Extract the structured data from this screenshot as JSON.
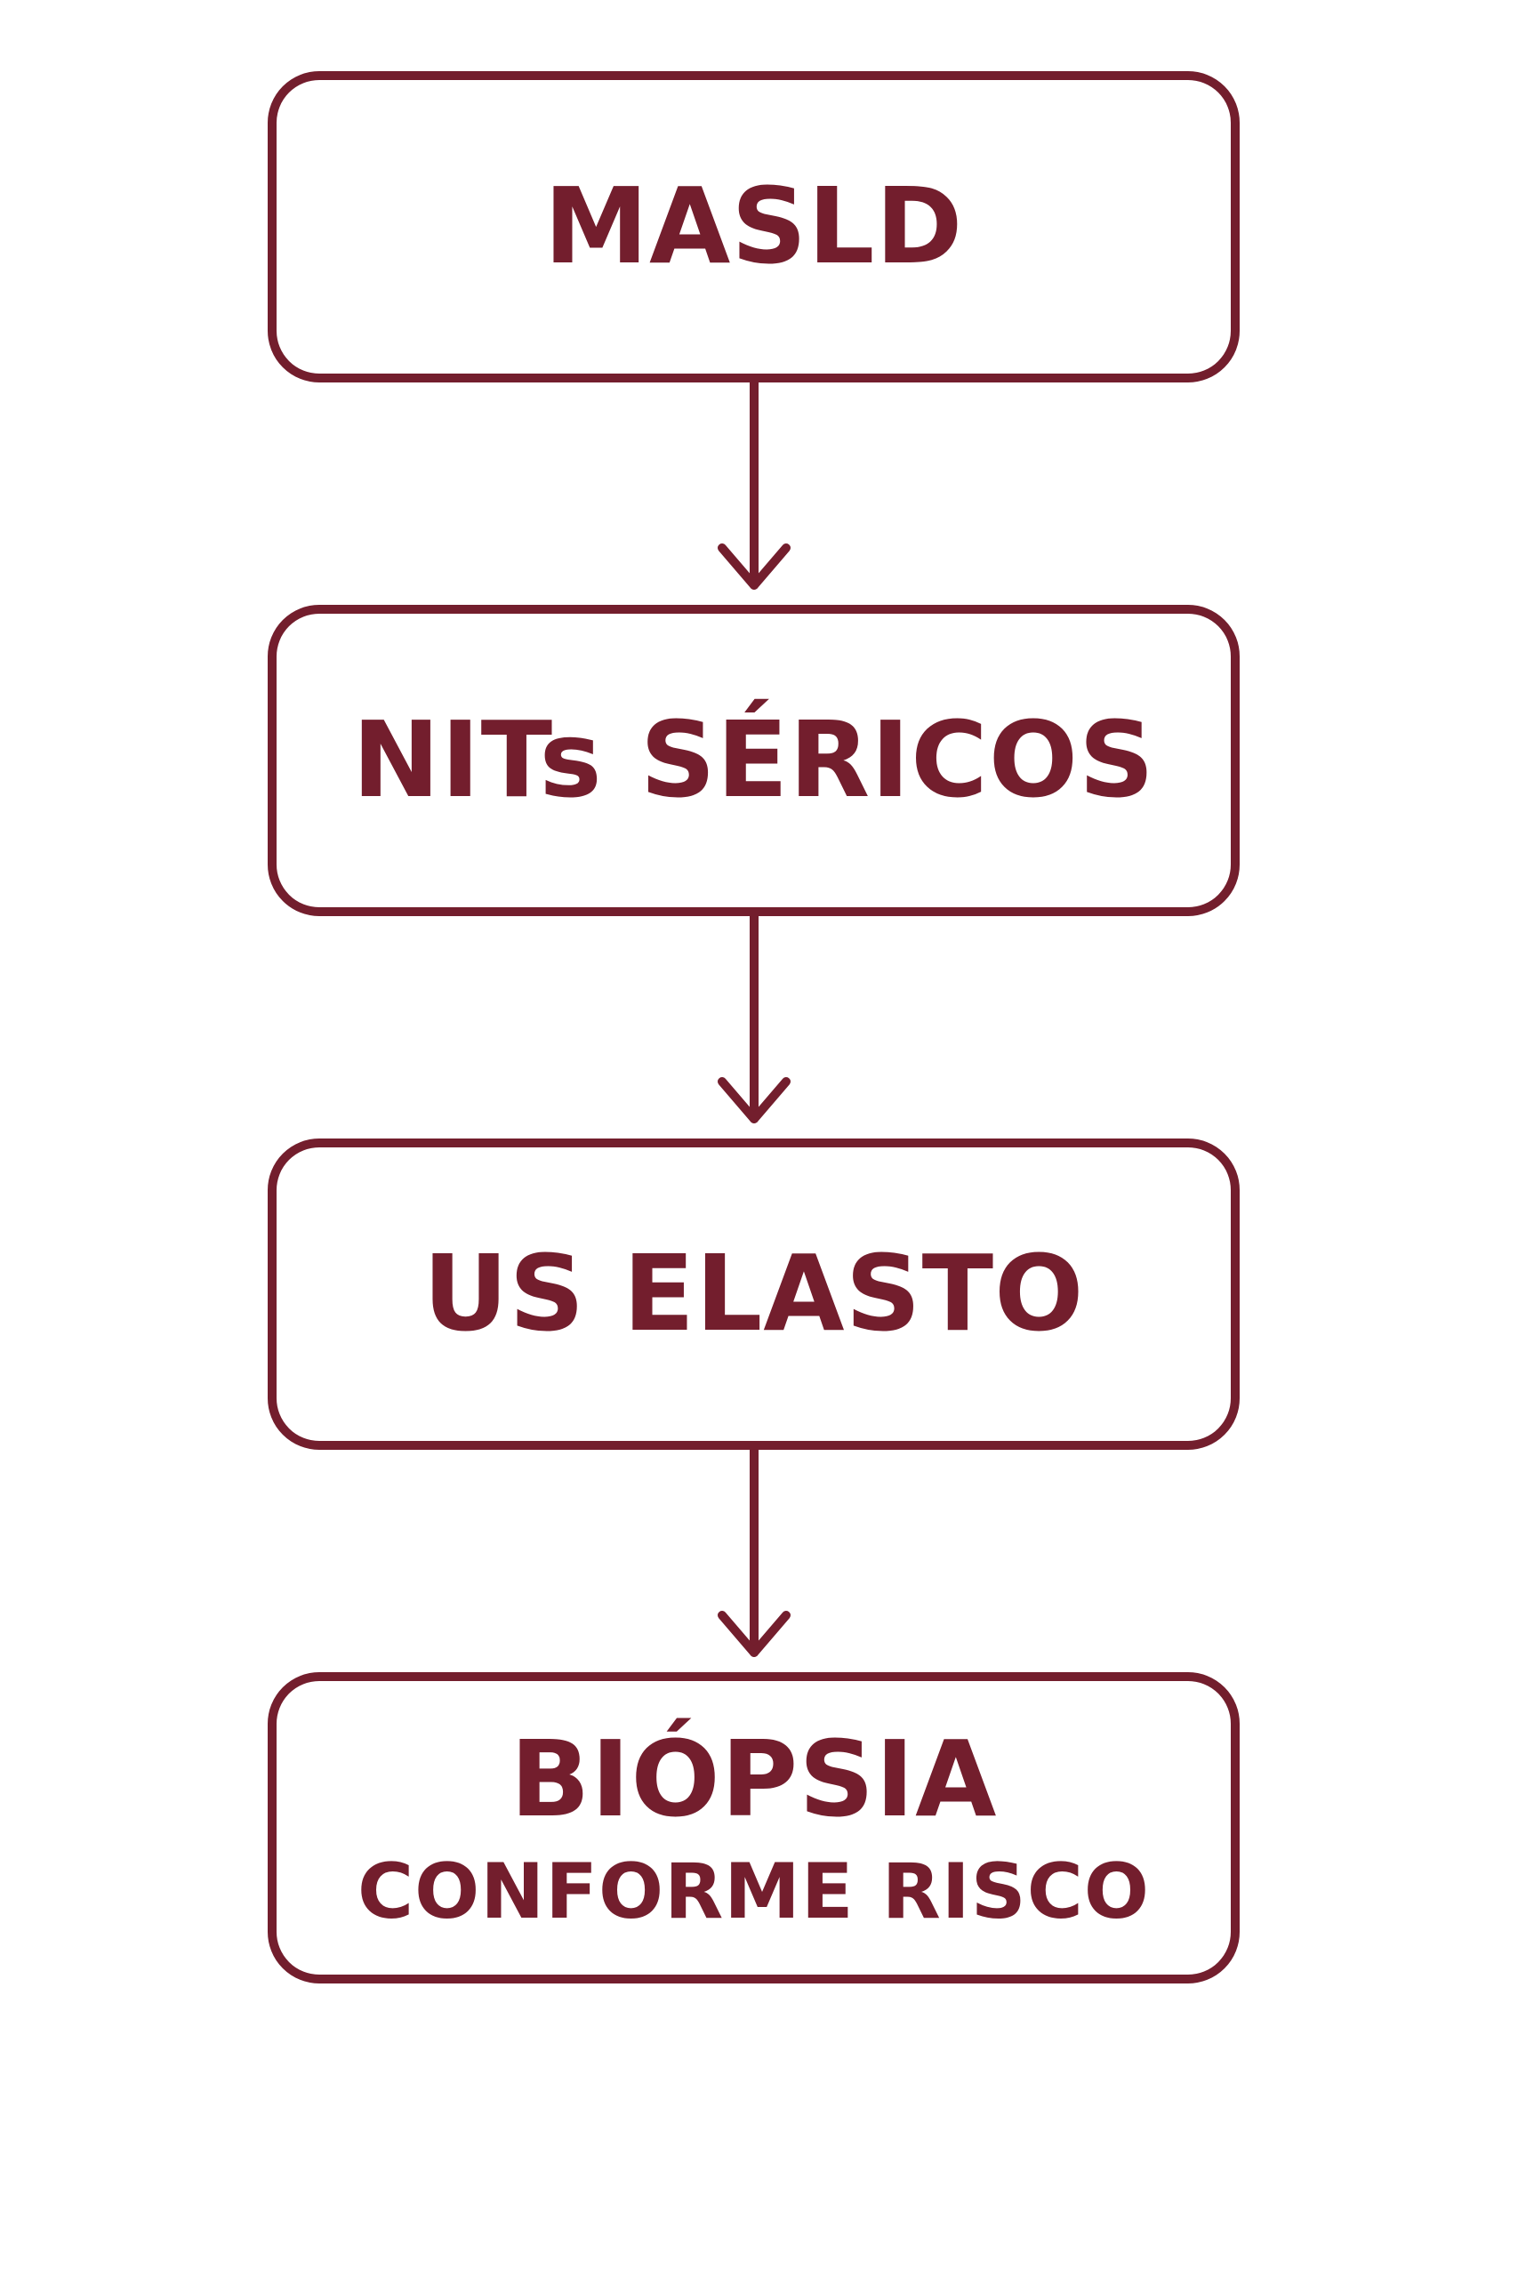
{
  "colors": {
    "stroke": "#731E2D",
    "text": "#731E2D",
    "background": "#ffffff"
  },
  "steps": [
    {
      "label": "MASLD",
      "sublabel": ""
    },
    {
      "label": "NITs SÉRICOS",
      "sublabel": ""
    },
    {
      "label": "US ELASTO",
      "sublabel": ""
    },
    {
      "label": "BIÓPSIA",
      "sublabel": "CONFORME RISCO"
    }
  ]
}
